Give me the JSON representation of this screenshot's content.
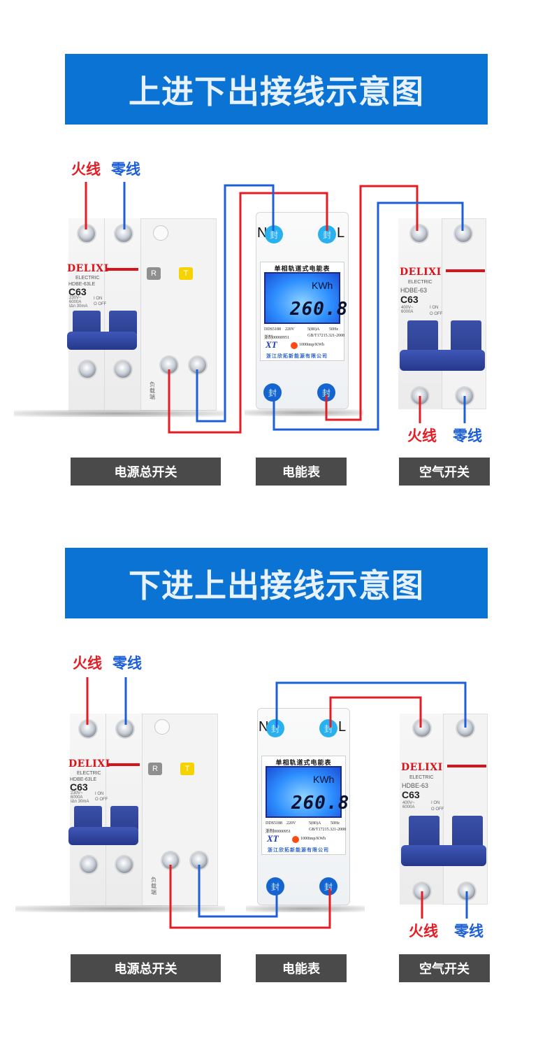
{
  "sections": [
    {
      "title": "上进下出接线示意图",
      "top_labels": {
        "live": "火线",
        "neutral": "零线"
      },
      "bottom_labels": {
        "live": "火线",
        "neutral": "零线"
      },
      "captions": [
        "电源总开关",
        "电能表",
        "空气开关"
      ]
    },
    {
      "title": "下进上出接线示意图",
      "top_labels": {
        "live": "火线",
        "neutral": "零线"
      },
      "bottom_labels": {
        "live": "火线",
        "neutral": "零线"
      },
      "captions": [
        "电源总开关",
        "电能表",
        "空气开关"
      ]
    }
  ],
  "main_switch": {
    "brand": "DELIXI",
    "sub": "ELECTRIC",
    "model": "HDBE-63LE",
    "rating": "C63",
    "specs": [
      "230V~",
      "6000A",
      "IΔn 30mA"
    ],
    "on_off": [
      "I ON",
      "O OFF"
    ],
    "reset_button": "R",
    "test_button": "T",
    "load_side": "负载端"
  },
  "meter": {
    "title": "单相轨道式电能表",
    "unit": "KWh",
    "reading": "260.8",
    "model_line": "DDS5188",
    "voltage": "220V",
    "current": "5(80)A",
    "frequency": "50Hz",
    "standard": "GB/T17215.321-2008",
    "serial": "浙制00000951",
    "impulse": "1000imp/KWh",
    "brand_mark": "XT",
    "company": "浙江欣拓新能源有限公司",
    "seal_char": "封",
    "terminal_n": "N",
    "terminal_l": "L"
  },
  "air_switch": {
    "brand": "DELIXI",
    "sub": "ELECTRIC",
    "model": "HDBE-63",
    "rating": "C63",
    "specs": [
      "400V~",
      "6000A"
    ],
    "on_off": [
      "I ON",
      "O OFF"
    ]
  },
  "colors": {
    "banner": "#0b73d4",
    "live_wire": "#e41d24",
    "neutral_wire": "#1d5fd6",
    "caption_bg": "#4a4a4a",
    "brand_red": "#d7141b"
  }
}
